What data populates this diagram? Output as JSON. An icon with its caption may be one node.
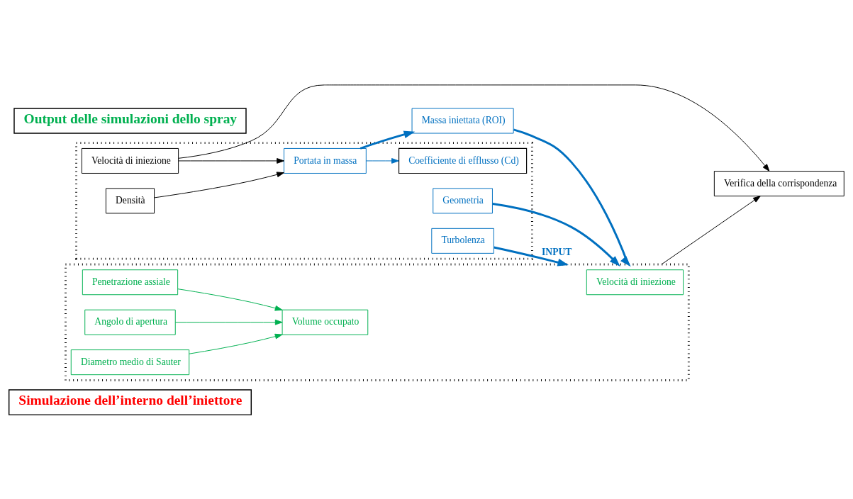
{
  "diagram": {
    "nodes": [
      {
        "text": [
          "Simulazione dell’interno dell’iniettore"
        ]
      },
      {
        "text": [],
        "shape": "box"
      },
      {
        "text": [
          "Velocità di iniezione"
        ],
        "in": 1
      },
      {
        "text": [
          "Densità"
        ],
        "in": 1
      },
      {
        "text": [
          "Portata in massa"
        ],
        "in": 1
      },
      {
        "text": [
          "Coefficiente di efflusso (Cd)"
        ],
        "in": 1
      },
      {
        "text": [
          "Turbolenza"
        ],
        "in": 1
      },
      {
        "text": [
          "Geometria"
        ],
        "in": 1
      },
      {
        "text": [
          "Massa iniettata (ROI)"
        ]
      },
      {
        "text": [
          "Output delle simulazioni dello spray"
        ]
      },
      {
        "text": [],
        "shape": "box"
      },
      {
        "text": [
          "Penetrazione assiale"
        ],
        "in": 10
      },
      {
        "text": [
          "Angolo di apertura"
        ],
        "in": 10
      },
      {
        "text": [
          "Volume occupato"
        ],
        "in": 10
      },
      {
        "text": [
          "Diametro medio di Sauter"
        ],
        "in": 10
      },
      {
        "text": [
          "Velocità di iniezione"
        ],
        "in": 10
      },
      {
        "text": [
          "Verifica della corrispondenza"
        ]
      }
    ],
    "edges": [
      {
        "from": 2,
        "to": 4,
        "arrow": "to",
        "color": "#000000"
      },
      {
        "from": 3,
        "to": 4,
        "arrow": "to",
        "color": "#000000"
      },
      {
        "from": 4,
        "to": 8,
        "arrow": "to",
        "style": "thick",
        "color": "#0070c0"
      },
      {
        "from": 4,
        "to": 5,
        "arrow": "to",
        "color": "#0070c0"
      },
      {
        "from": 8,
        "to": 10,
        "arrow": "to",
        "style": "thick",
        "color": "#0070c0"
      },
      {
        "from": 6,
        "to": 10,
        "arrow": "to",
        "label": "INPUT",
        "style": "thick",
        "color": "#0070c0"
      },
      {
        "from": 7,
        "to": 10,
        "arrow": "to",
        "style": "thick",
        "color": "#0070c0"
      },
      {
        "from": 11,
        "to": 13,
        "arrow": "to",
        "color": "#00b050"
      },
      {
        "from": 12,
        "to": 13,
        "arrow": "to",
        "color": "#00b050"
      },
      {
        "from": 14,
        "to": 13,
        "arrow": "to",
        "color": "#00b050"
      },
      {
        "from": 2,
        "to": 16,
        "arrow": "to",
        "color": "#000000"
      },
      {
        "from": 10,
        "to": 16,
        "arrow": "to",
        "color": "#000000"
      }
    ]
  }
}
